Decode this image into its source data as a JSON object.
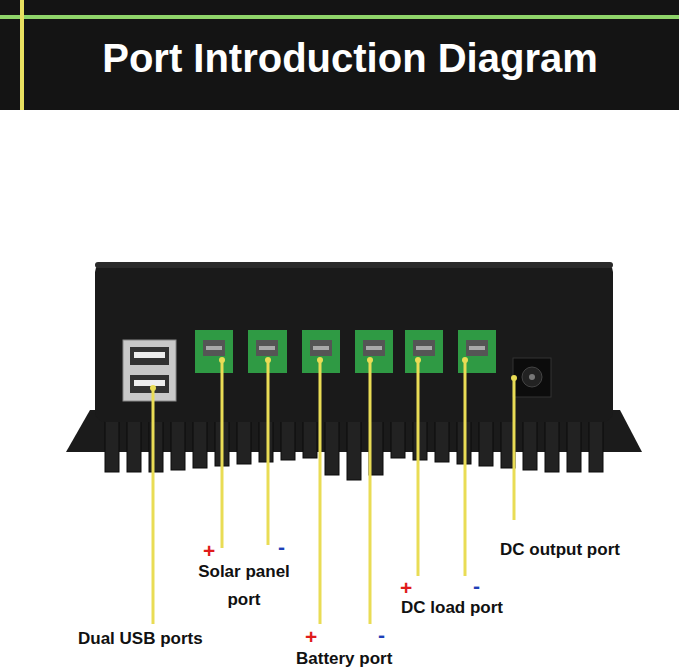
{
  "diagram": {
    "title": "Port Introduction Diagram",
    "labels": [
      "+",
      "-",
      "Solar panel port",
      "DC output port",
      "+",
      "-",
      "DC load port",
      "Dual USB ports",
      "+",
      "-",
      "Battery port"
    ]
  }
}
